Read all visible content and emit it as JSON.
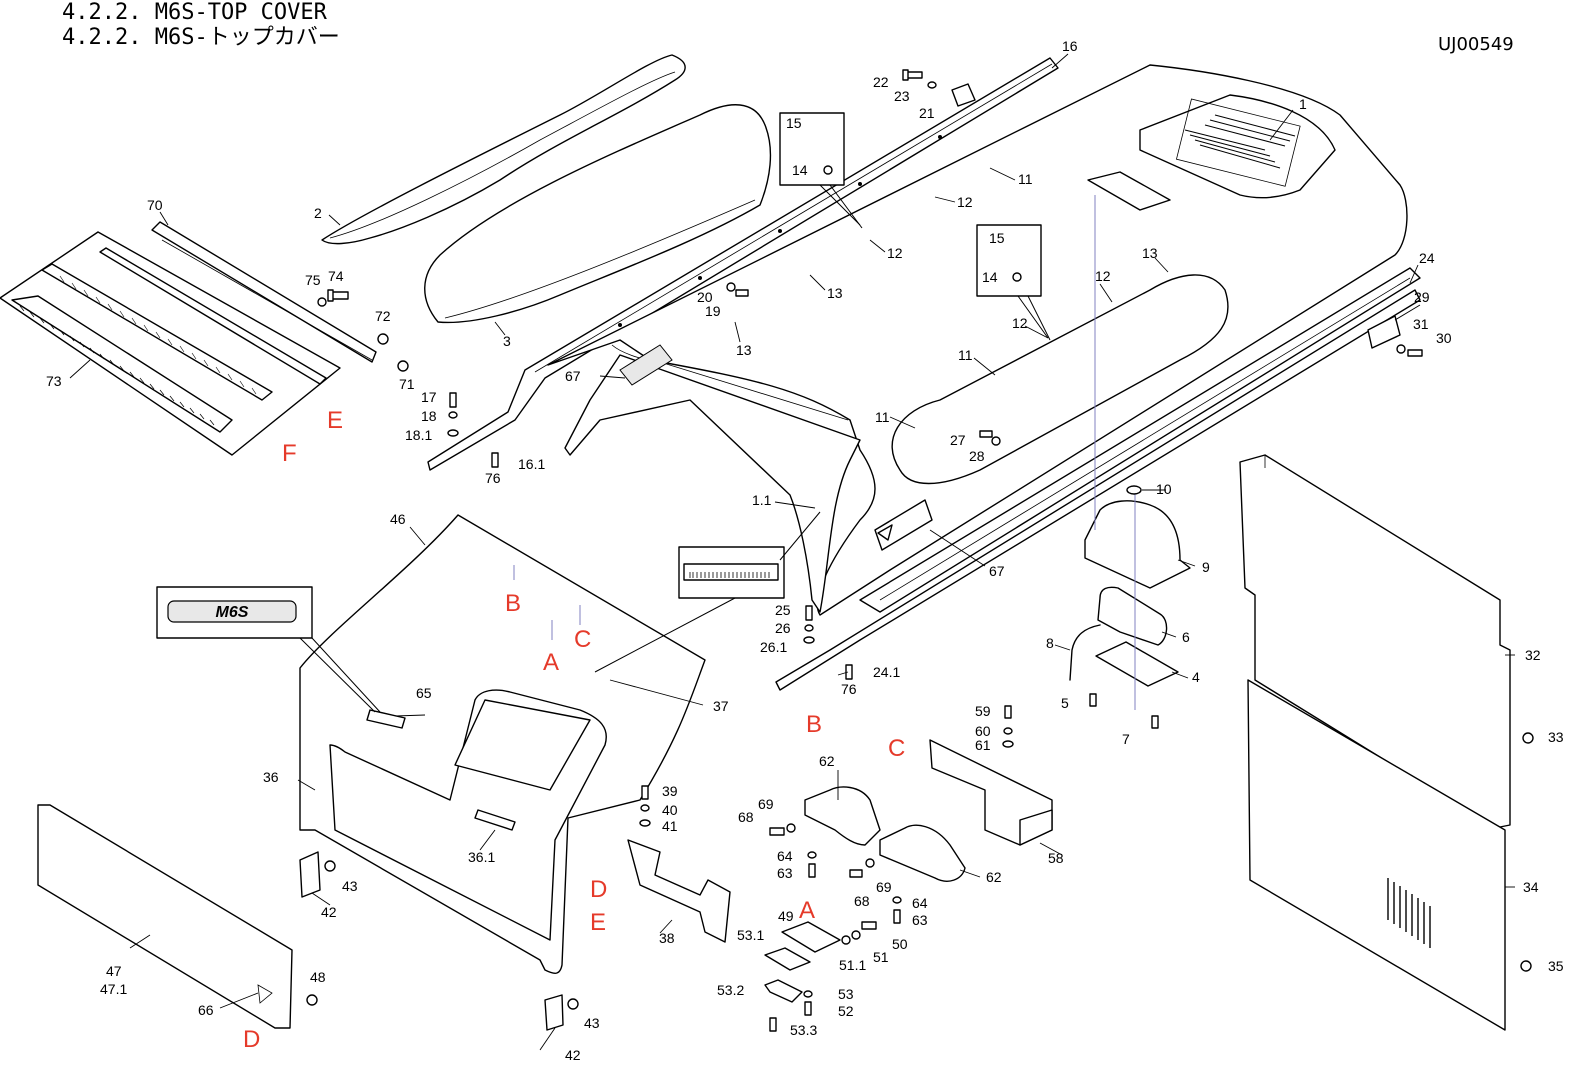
{
  "header": {
    "title_en": "4.2.2. M6S-TOP COVER",
    "title_ja": "4.2.2. M6S-トップカバー",
    "drawing_no": "UJ00549"
  },
  "callouts": {
    "p1": "1",
    "p1_1": "1.1",
    "p2": "2",
    "p3": "3",
    "p4": "4",
    "p5": "5",
    "p6": "6",
    "p7": "7",
    "p8": "8",
    "p9": "9",
    "p10": "10",
    "p11a": "11",
    "p11b": "11",
    "p11c": "11",
    "p12a": "12",
    "p12b": "12",
    "p12c": "12",
    "p12d": "12",
    "p13a": "13",
    "p13b": "13",
    "p13c": "13",
    "p14a": "14",
    "p14b": "14",
    "p15a": "15",
    "p15b": "15",
    "p16": "16",
    "p16_1": "16.1",
    "p17": "17",
    "p18": "18",
    "p18_1": "18.1",
    "p19": "19",
    "p20": "20",
    "p21": "21",
    "p22": "22",
    "p23": "23",
    "p24": "24",
    "p24_1": "24.1",
    "p25": "25",
    "p26": "26",
    "p26_1": "26.1",
    "p27": "27",
    "p28": "28",
    "p29": "29",
    "p30": "30",
    "p31": "31",
    "p32": "32",
    "p33": "33",
    "p34": "34",
    "p35": "35",
    "p36": "36",
    "p36_1": "36.1",
    "p37": "37",
    "p38": "38",
    "p39": "39",
    "p40": "40",
    "p41": "41",
    "p42a": "42",
    "p42b": "42",
    "p43a": "43",
    "p43b": "43",
    "p46": "46",
    "p47": "47",
    "p47_1": "47.1",
    "p48": "48",
    "p49": "49",
    "p50": "50",
    "p51": "51",
    "p51_1": "51.1",
    "p52": "52",
    "p53": "53",
    "p53_1": "53.1",
    "p53_2": "53.2",
    "p53_3": "53.3",
    "p58": "58",
    "p59": "59",
    "p60": "60",
    "p61": "61",
    "p62a": "62",
    "p62b": "62",
    "p63a": "63",
    "p63b": "63",
    "p64a": "64",
    "p64b": "64",
    "p65": "65",
    "p66": "66",
    "p67a": "67",
    "p67b": "67",
    "p68a": "68",
    "p68b": "68",
    "p69a": "69",
    "p69b": "69",
    "p70": "70",
    "p71": "71",
    "p72": "72",
    "p73": "73",
    "p74": "74",
    "p75": "75",
    "p76a": "76",
    "p76b": "76"
  },
  "reference_letters": {
    "a1": "A",
    "a2": "A",
    "b1": "B",
    "b2": "B",
    "c1": "C",
    "c2": "C",
    "d1": "D",
    "d2": "D",
    "e1": "E",
    "e2": "E",
    "f1": "F"
  },
  "badges": {
    "model_badge": "M6S"
  },
  "colors": {
    "line": "#000000",
    "reference_letter": "#e53a2a",
    "hidden_line": "#8080c0",
    "background": "#ffffff"
  }
}
